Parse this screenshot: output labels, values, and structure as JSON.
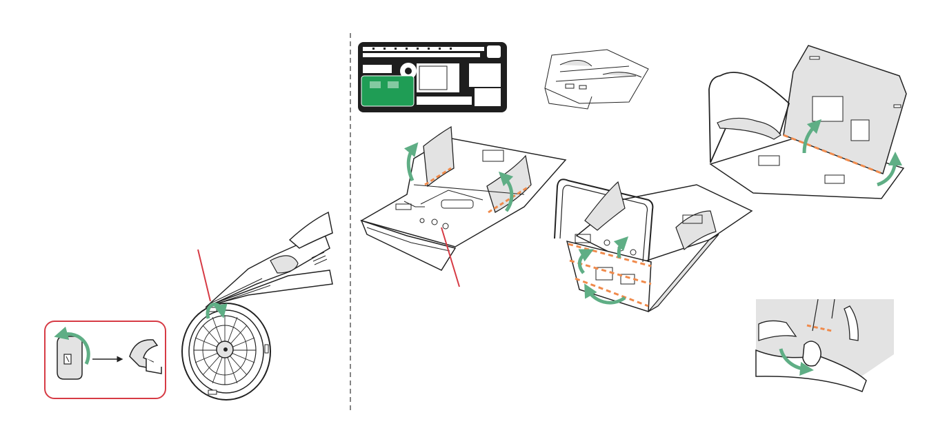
{
  "colors": {
    "background": "#ffffff",
    "line": "#222222",
    "part_fill": "#e3e3e3",
    "sheet_dark": "#1e1e1e",
    "highlight_part": "#1f9d55",
    "arrow_green": "#5fae85",
    "fold_line": "#f08a4b",
    "callout_red": "#d63a44",
    "divider": "#333333"
  },
  "icons": [
    "fold-arrow-icon",
    "pliers-tool",
    "wheel-part",
    "fold-line-marker",
    "callout-line"
  ],
  "steps": {
    "left_panel": [
      "pliers-twist-tab",
      "tab-before-after"
    ],
    "right_panel": [
      "etched-sheet-overview",
      "body-assembly-preview",
      "fold-side-panels",
      "fold-frame-and-front",
      "fold-rear-panels",
      "detail-tab-fold"
    ]
  }
}
